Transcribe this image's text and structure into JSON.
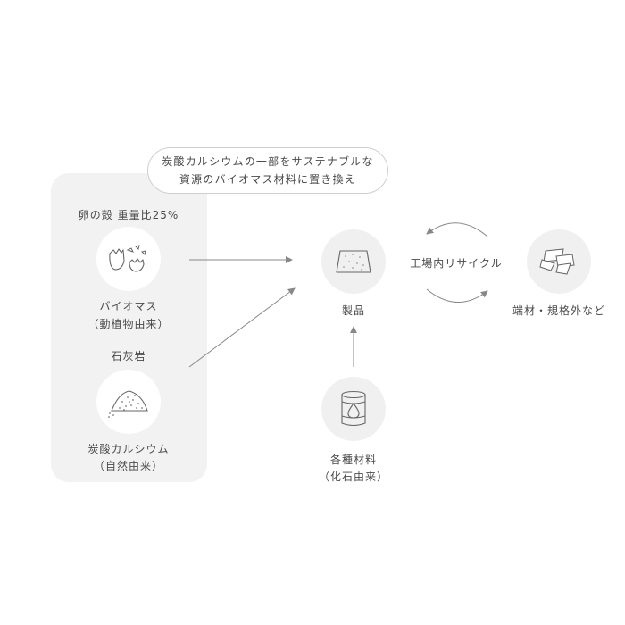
{
  "callout": {
    "line1": "炭酸カルシウムの一部をサステナブルな",
    "line2": "資源のバイオマス材料に置き換え"
  },
  "eggshell": {
    "header": "卵の殻 重量比25%",
    "label": "バイオマス",
    "sublabel": "（動植物由来）",
    "icon": "eggshell-icon"
  },
  "limestone": {
    "header": "石灰岩",
    "label": "炭酸カルシウム",
    "sublabel": "（自然由来）",
    "icon": "powder-pile-icon"
  },
  "product": {
    "label": "製品",
    "icon": "product-tile-icon"
  },
  "materials": {
    "label": "各種材料",
    "sublabel": "（化石由来）",
    "icon": "oil-barrel-icon"
  },
  "recycle": {
    "label": "工場内リサイクル"
  },
  "scraps": {
    "label": "端材・規格外など",
    "icon": "scrap-pieces-icon"
  },
  "colors": {
    "panel": "#f2f2f2",
    "circle_light": "#f0f0f0",
    "line": "#888888",
    "text": "#4a4a4a"
  }
}
